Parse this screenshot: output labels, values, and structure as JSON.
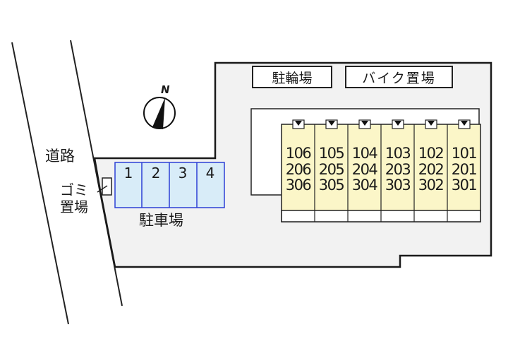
{
  "map": {
    "compass": {
      "label": "N"
    },
    "road": {
      "label": "道路"
    },
    "garbage": {
      "label_line1": "ゴミ",
      "label_line2": "置場"
    },
    "bicycle_parking": {
      "label": "駐輪場"
    },
    "motorbike_parking": {
      "label": "バイク置場"
    },
    "parking": {
      "label": "駐車場",
      "spots": [
        "1",
        "2",
        "3",
        "4"
      ]
    },
    "building": {
      "columns": [
        {
          "units": [
            "106",
            "206",
            "306"
          ]
        },
        {
          "units": [
            "105",
            "205",
            "305"
          ]
        },
        {
          "units": [
            "104",
            "204",
            "304"
          ]
        },
        {
          "units": [
            "103",
            "203",
            "303"
          ]
        },
        {
          "units": [
            "102",
            "202",
            "302"
          ]
        },
        {
          "units": [
            "101",
            "201",
            "301"
          ]
        }
      ]
    },
    "colors": {
      "lot_fill": "#f2f2f2",
      "unit_fill": "#fbf6c8",
      "parking_fill": "#d8ecf8",
      "parking_border": "#2c3fd6",
      "line": "#1a1a1a"
    }
  }
}
